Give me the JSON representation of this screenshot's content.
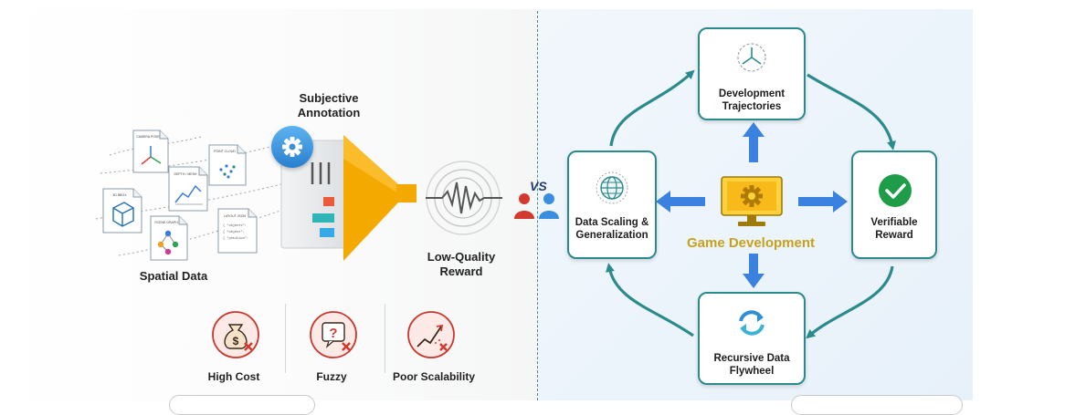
{
  "left": {
    "annotation_label": "Subjective Annotation",
    "spatial_label": "Spatial Data",
    "reward_label": "Low-Quality Reward",
    "docs": [
      {
        "title": "CAMERA POSE"
      },
      {
        "title": "POINT CLOUD"
      },
      {
        "title": "DEPTH / MESH"
      },
      {
        "title": "3D BBOX"
      },
      {
        "title": "SCENE GRAPH"
      },
      {
        "title": "LAYOUT JSON",
        "lines": [
          "{ \"objects\":",
          "{ \"object\":",
          "{ \"position\":"
        ]
      }
    ],
    "drawbacks": [
      {
        "label": "High Cost",
        "icon": "money-bag-icon",
        "glyph": "$"
      },
      {
        "label": "Fuzzy",
        "icon": "question-icon",
        "glyph": "?"
      },
      {
        "label": "Poor Scalability",
        "icon": "scalability-chart-icon",
        "glyph": ""
      }
    ]
  },
  "vs_label": "VS",
  "right": {
    "center_label": "Game Development",
    "nodes": {
      "top": {
        "label": "Development Trajectories"
      },
      "left": {
        "label": "Data Scaling & Generalization"
      },
      "right": {
        "label": "Verifiable Reward"
      },
      "bottom": {
        "label": "Recursive Data Flywheel"
      }
    }
  },
  "colors": {
    "teal": "#2a8a8c",
    "blue_arrow": "#3b82e0",
    "funnel": "#f4a900",
    "gold_text": "#c5a11d",
    "red": "#d23a2f",
    "green": "#1f9c48"
  }
}
